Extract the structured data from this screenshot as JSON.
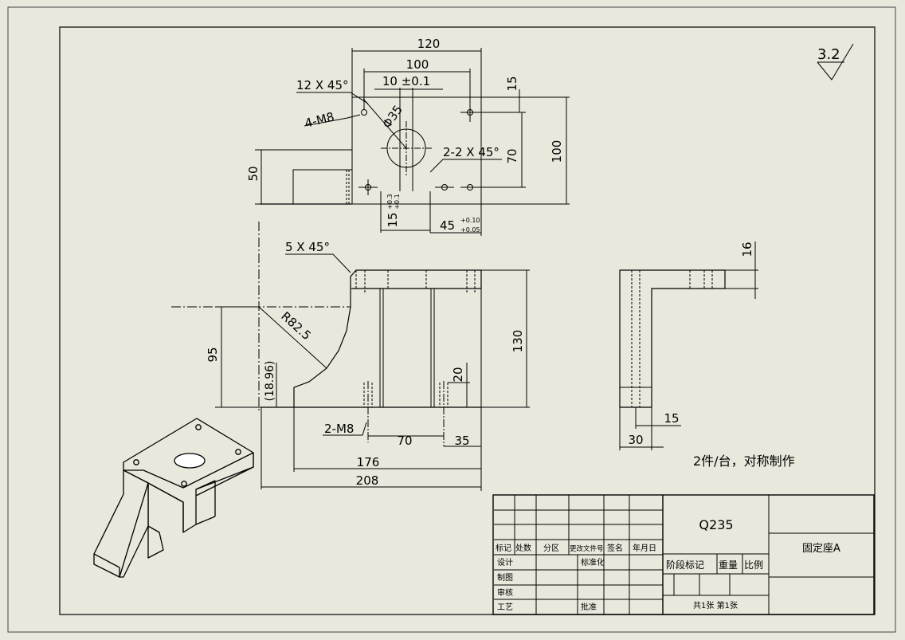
{
  "roughness": "3.2",
  "top_view": {
    "dim_120": "120",
    "dim_100_top": "100",
    "dim_10": "10 ±0.1",
    "dim_15_right": "15",
    "chamfer_12": "12 X 45°",
    "tapped_4": "4-M8",
    "hole_dia": "Φ35",
    "chamfer_2": "2-2 X 45°",
    "dim_70_v": "70",
    "dim_100_v": "100",
    "dim_50": "50",
    "dim_15_bottom": "15",
    "tol_15_upper": "+0.3",
    "tol_15_lower": "+0.1",
    "dim_45": "45",
    "tol_45_upper": "+0.10",
    "tol_45_lower": "+0.05"
  },
  "front_view": {
    "chamfer_5": "5 X 45°",
    "radius": "R82.5",
    "dim_95": "95",
    "dim_18_96": "(18.96)",
    "dim_130": "130",
    "dim_20": "20",
    "tapped_2": "2-M8",
    "dim_70": "70",
    "dim_35": "35",
    "dim_176": "176",
    "dim_208": "208"
  },
  "side_view": {
    "dim_16": "16",
    "dim_15": "15",
    "dim_30": "30"
  },
  "note": "2件/台，对称制作",
  "title_block": {
    "material": "Q235",
    "part_name": "固定座A",
    "labels": {
      "mark": "标记",
      "count": "处数",
      "zone": "分区",
      "doc_no": "更改文件号",
      "signature": "签名",
      "date": "年月日",
      "design": "设计",
      "standardize": "标准化",
      "draw": "制图",
      "check": "审核",
      "process": "工艺",
      "approve": "批准",
      "stage": "阶段标记",
      "weight": "重量",
      "scale": "比例",
      "sheets": "共1张 第1张"
    }
  }
}
